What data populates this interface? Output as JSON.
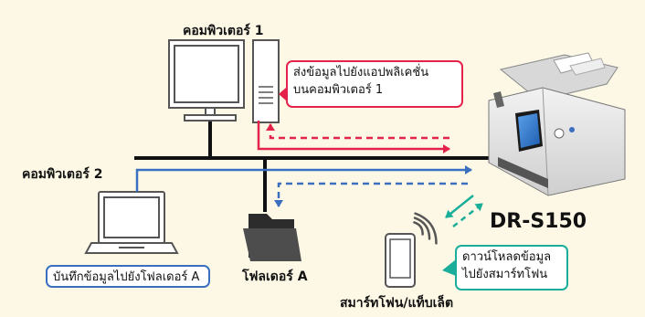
{
  "labels": {
    "computer1": "คอมพิวเตอร์ 1",
    "computer2": "คอมพิวเตอร์ 2",
    "folder_a": "โฟลเดอร์ A",
    "smartphone_tablet": "สมาร์ทโฟน/แท็บเล็ต",
    "scanner_model": "DR-S150"
  },
  "callouts": {
    "send_to_app": [
      "ส่งข้อมูลไปยังแอปพลิเคชั่น",
      "บนคอมพิวเตอร์ 1"
    ],
    "save_to_folder": "บันทึกข้อมูลไปยังโฟลเดอร์ A",
    "download_to_phone": [
      "ดาวน์โหลดข้อมูล",
      "ไปยังสมาร์ทโฟน"
    ]
  },
  "colors": {
    "background": "#fdf8e6",
    "network_line": "#111111",
    "red_flow": "#e3234a",
    "blue_flow": "#3a6fbf",
    "teal_flow": "#1aae9a",
    "device_outline": "#555555",
    "screen_blue": "#2f6fc4"
  },
  "icons": {
    "computer1": "desktop-computer-icon",
    "computer2": "laptop-icon",
    "folder_a": "folder-icon",
    "phone": "smartphone-icon",
    "wifi": "wifi-signal-icon",
    "scanner": "document-scanner-icon"
  }
}
